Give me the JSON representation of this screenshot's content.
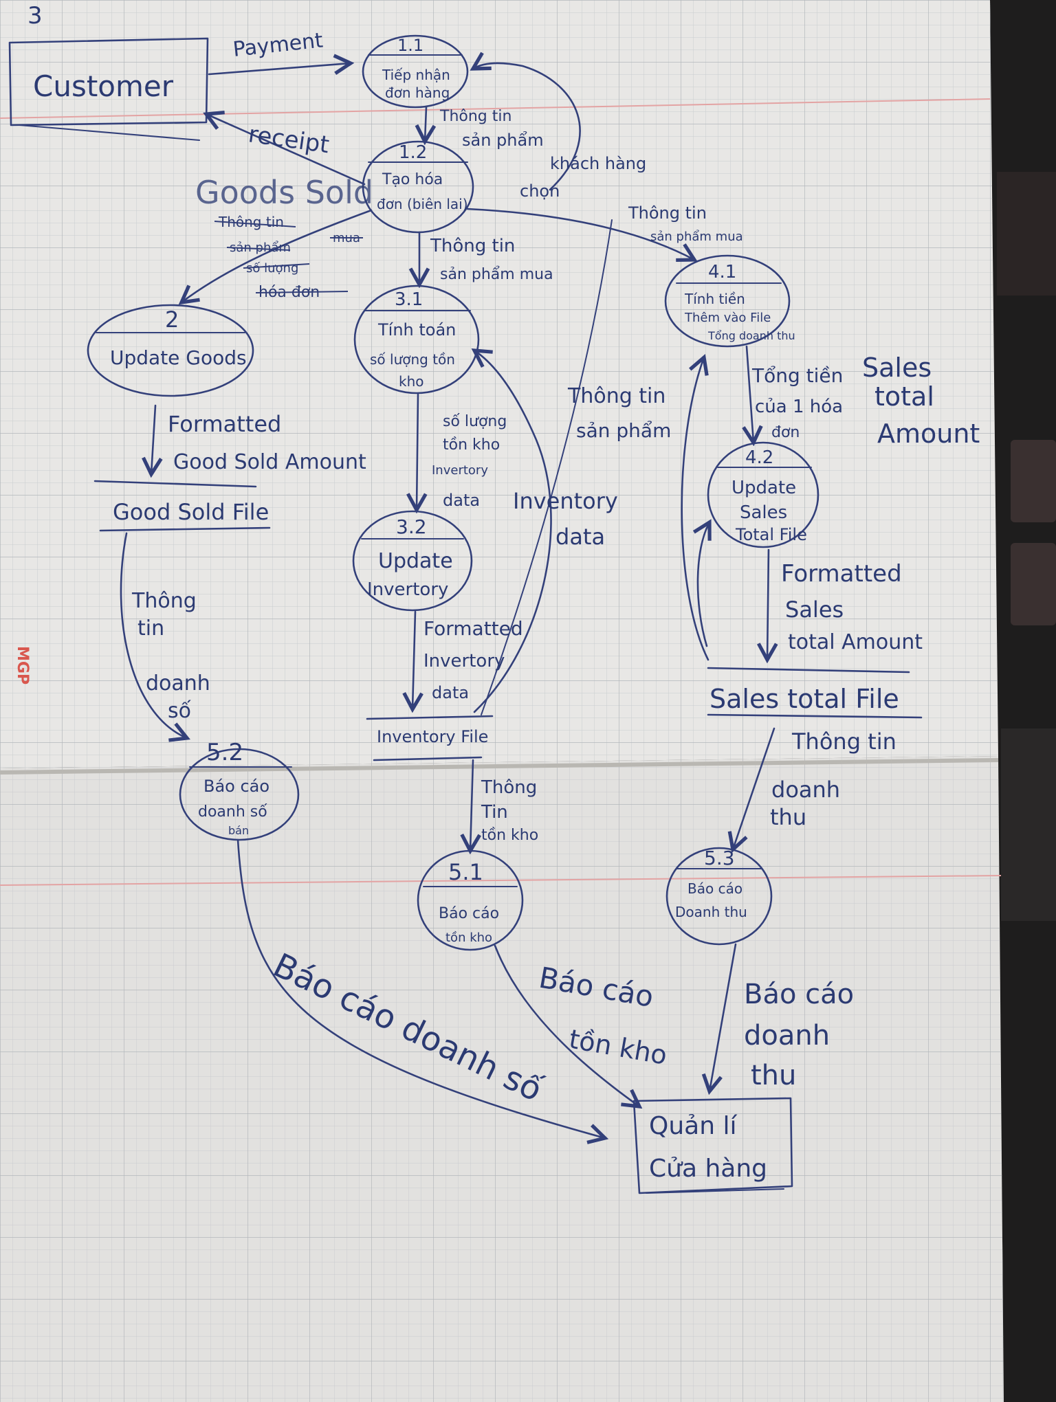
{
  "page_corner": "3",
  "notebook_brand": "MGP",
  "entities": {
    "customer": "Customer",
    "store_manager_line1": "Quản lí",
    "store_manager_line2": "Cửa hàng"
  },
  "processes": {
    "p1_1": {
      "id": "1.1",
      "line1": "Tiếp nhận",
      "line2": "đơn hàng"
    },
    "p1_2": {
      "id": "1.2",
      "line1": "Tạo hóa",
      "line2": "đơn (biên lai)"
    },
    "p2": {
      "id": "2",
      "line1": "Update Goods"
    },
    "p3_1": {
      "id": "3.1",
      "line1": "Tính toán",
      "line2": "số lượng tồn",
      "line3": "kho"
    },
    "p3_2": {
      "id": "3.2",
      "line1": "Update",
      "line2": "Invertory"
    },
    "p4_1": {
      "id": "4.1",
      "line1": "Tính tiền",
      "line2": "Thêm vào File",
      "line3": "Tổng doanh thu"
    },
    "p4_2": {
      "id": "4.2",
      "line1": "Update",
      "line2": "Sales",
      "line3": "Total File"
    },
    "p5_1": {
      "id": "5.1",
      "line1": "Báo cáo",
      "line2": "tồn kho"
    },
    "p5_2": {
      "id": "5.2",
      "line1": "Báo cáo",
      "line2": "doanh số",
      "line3": "bán"
    },
    "p5_3": {
      "id": "5.3",
      "line1": "Báo cáo",
      "line2": "Doanh thu"
    }
  },
  "stores": {
    "goods_sold": "Good Sold File",
    "inventory": "Inventory File",
    "sales_total": "Sales total File"
  },
  "flows": {
    "payment": "Payment",
    "receipt": "receipt",
    "goods_sold": "Goods Sold",
    "product_info_chosen": [
      "Thông tin",
      "sản phẩm",
      "khách hàng",
      "chọn"
    ],
    "product_info_bought_a": [
      "Thông tin",
      "sản phẩm mua"
    ],
    "product_info_bought_b": [
      "Thông tin",
      "sản phẩm mua"
    ],
    "formatted_goods": [
      "Formatted",
      "Good Sold Amount"
    ],
    "stock_qty": [
      "số lượng",
      "tồn kho",
      "Invertory",
      "data"
    ],
    "product_info": [
      "Thông tin",
      "sản phẩm"
    ],
    "inventory_data": [
      "Inventory",
      "data"
    ],
    "formatted_inventory": [
      "Formatted",
      "Invertory",
      "data"
    ],
    "invoice_total": [
      "Tổng tiền",
      "của 1 hóa",
      "đơn"
    ],
    "sales_total_amount": [
      "Sales",
      "total",
      "Amount"
    ],
    "formatted_sales": [
      "Formatted",
      "Sales",
      "total Amount"
    ],
    "revenue_info_left": [
      "Thông",
      "tin",
      "doanh",
      "số"
    ],
    "stock_info": [
      "Thông",
      "Tin",
      "tồn kho"
    ],
    "revenue_info_right": [
      "Thông tin",
      "doanh",
      "thu"
    ],
    "sales_report": "Báo cáo doanh số",
    "stock_report": [
      "Báo cáo",
      "tồn kho"
    ],
    "revenue_report": [
      "Báo cáo",
      "doanh",
      "thu"
    ]
  },
  "struck_text": [
    "Thông tin",
    "sản phẩm",
    "mua",
    "số lượng",
    "hóa đơn"
  ]
}
